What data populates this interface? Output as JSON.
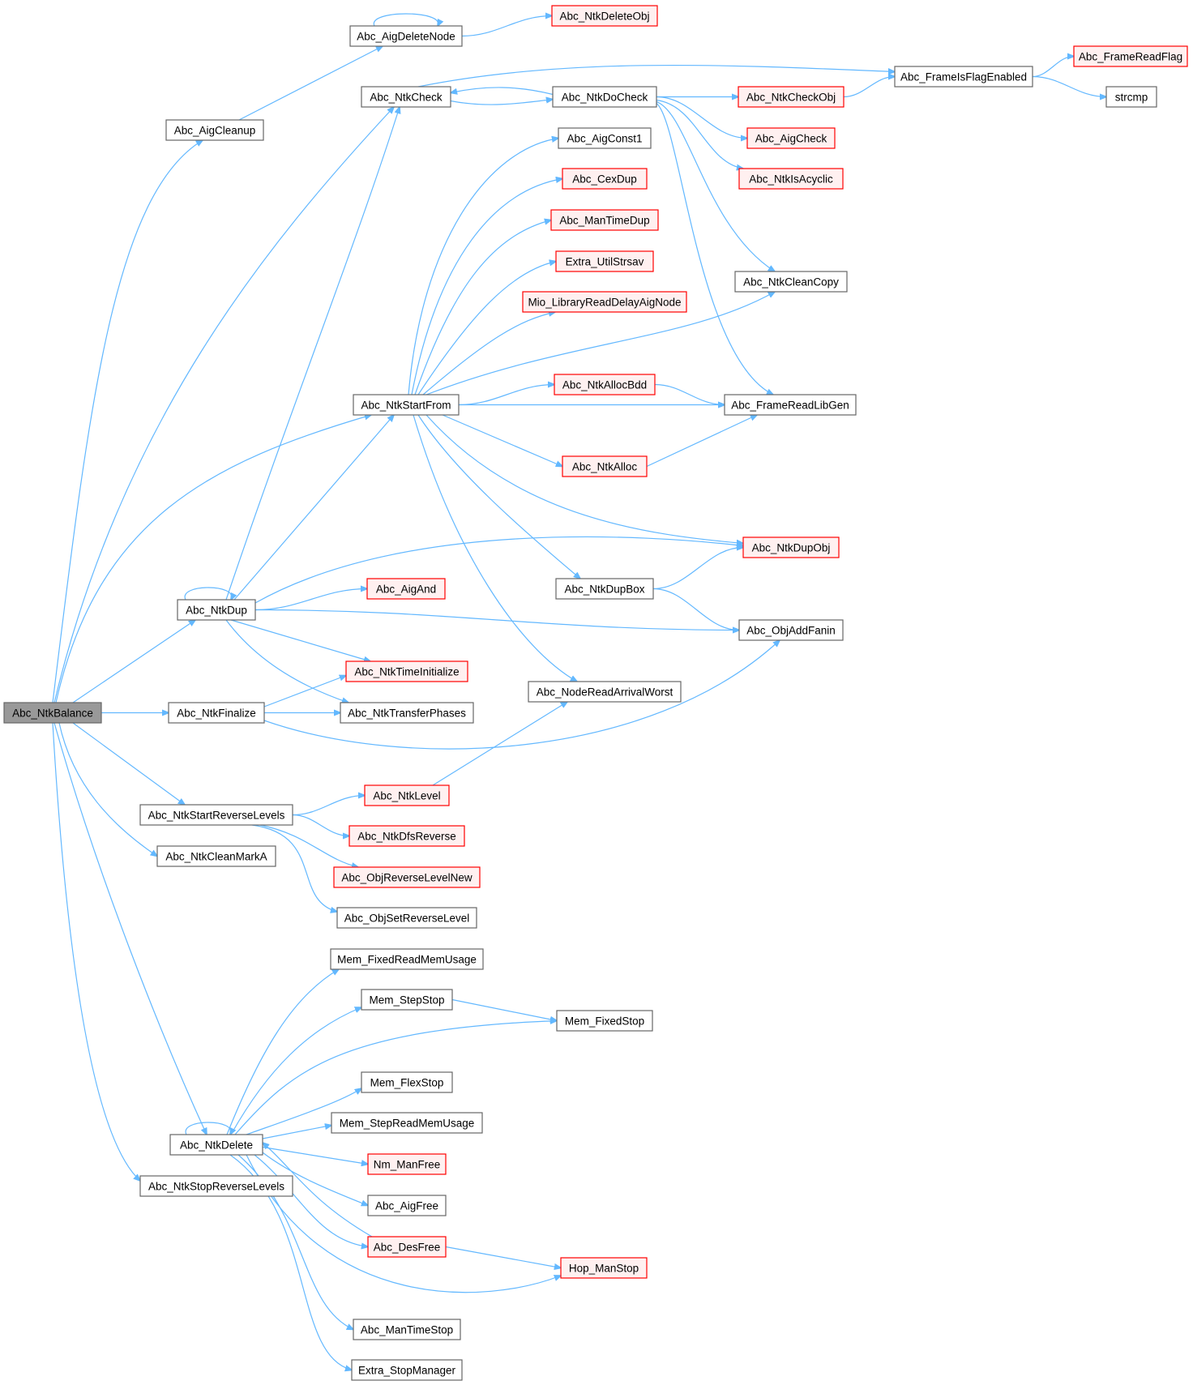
{
  "graph": {
    "title": "Call graph of Abc_NtkBalance",
    "edge_color": "#63b8ff",
    "root_fill": "#999999",
    "red_border": "#ff0000",
    "red_fill": "#fff0f0",
    "nodes": [
      {
        "id": "Abc_NtkBalance",
        "label": "Abc_NtkBalance",
        "style": "root"
      },
      {
        "id": "Abc_AigCleanup",
        "label": "Abc_AigCleanup",
        "style": "plain"
      },
      {
        "id": "Abc_AigDeleteNode",
        "label": "Abc_AigDeleteNode",
        "style": "plain"
      },
      {
        "id": "Abc_NtkDeleteObj",
        "label": "Abc_NtkDeleteObj",
        "style": "red"
      },
      {
        "id": "Abc_NtkCheck",
        "label": "Abc_NtkCheck",
        "style": "plain"
      },
      {
        "id": "Abc_NtkDoCheck",
        "label": "Abc_NtkDoCheck",
        "style": "plain"
      },
      {
        "id": "Abc_FrameIsFlagEnabled",
        "label": "Abc_FrameIsFlagEnabled",
        "style": "plain"
      },
      {
        "id": "Abc_FrameReadFlag",
        "label": "Abc_FrameReadFlag",
        "style": "red"
      },
      {
        "id": "strcmp",
        "label": "strcmp",
        "style": "plain"
      },
      {
        "id": "Abc_NtkCheckObj",
        "label": "Abc_NtkCheckObj",
        "style": "red"
      },
      {
        "id": "Abc_AigCheck",
        "label": "Abc_AigCheck",
        "style": "red"
      },
      {
        "id": "Abc_NtkIsAcyclic",
        "label": "Abc_NtkIsAcyclic",
        "style": "red"
      },
      {
        "id": "Abc_NtkCleanCopy",
        "label": "Abc_NtkCleanCopy",
        "style": "plain"
      },
      {
        "id": "Abc_FrameReadLibGen",
        "label": "Abc_FrameReadLibGen",
        "style": "plain"
      },
      {
        "id": "Abc_AigConst1",
        "label": "Abc_AigConst1",
        "style": "plain"
      },
      {
        "id": "Abc_CexDup",
        "label": "Abc_CexDup",
        "style": "red"
      },
      {
        "id": "Abc_ManTimeDup",
        "label": "Abc_ManTimeDup",
        "style": "red"
      },
      {
        "id": "Extra_UtilStrsav",
        "label": "Extra_UtilStrsav",
        "style": "red"
      },
      {
        "id": "Mio_LibraryReadDelayAigNode",
        "label": "Mio_LibraryReadDelayAigNode",
        "style": "red"
      },
      {
        "id": "Abc_NtkStartFrom",
        "label": "Abc_NtkStartFrom",
        "style": "plain"
      },
      {
        "id": "Abc_NtkAllocBdd",
        "label": "Abc_NtkAllocBdd",
        "style": "red"
      },
      {
        "id": "Abc_NtkAlloc",
        "label": "Abc_NtkAlloc",
        "style": "red"
      },
      {
        "id": "Abc_NtkDupObj",
        "label": "Abc_NtkDupObj",
        "style": "red"
      },
      {
        "id": "Abc_AigAnd",
        "label": "Abc_AigAnd",
        "style": "red"
      },
      {
        "id": "Abc_NtkDupBox",
        "label": "Abc_NtkDupBox",
        "style": "plain"
      },
      {
        "id": "Abc_NtkDup",
        "label": "Abc_NtkDup",
        "style": "plain"
      },
      {
        "id": "Abc_ObjAddFanin",
        "label": "Abc_ObjAddFanin",
        "style": "plain"
      },
      {
        "id": "Abc_NtkTimeInitialize",
        "label": "Abc_NtkTimeInitialize",
        "style": "red"
      },
      {
        "id": "Abc_NodeReadArrivalWorst",
        "label": "Abc_NodeReadArrivalWorst",
        "style": "plain"
      },
      {
        "id": "Abc_NtkFinalize",
        "label": "Abc_NtkFinalize",
        "style": "plain"
      },
      {
        "id": "Abc_NtkTransferPhases",
        "label": "Abc_NtkTransferPhases",
        "style": "plain"
      },
      {
        "id": "Abc_NtkLevel",
        "label": "Abc_NtkLevel",
        "style": "red"
      },
      {
        "id": "Abc_NtkStartReverseLevels",
        "label": "Abc_NtkStartReverseLevels",
        "style": "plain"
      },
      {
        "id": "Abc_NtkDfsReverse",
        "label": "Abc_NtkDfsReverse",
        "style": "red"
      },
      {
        "id": "Abc_NtkCleanMarkA",
        "label": "Abc_NtkCleanMarkA",
        "style": "plain"
      },
      {
        "id": "Abc_ObjReverseLevelNew",
        "label": "Abc_ObjReverseLevelNew",
        "style": "red"
      },
      {
        "id": "Abc_ObjSetReverseLevel",
        "label": "Abc_ObjSetReverseLevel",
        "style": "plain"
      },
      {
        "id": "Mem_FixedReadMemUsage",
        "label": "Mem_FixedReadMemUsage",
        "style": "plain"
      },
      {
        "id": "Mem_StepStop",
        "label": "Mem_StepStop",
        "style": "plain"
      },
      {
        "id": "Mem_FixedStop",
        "label": "Mem_FixedStop",
        "style": "plain"
      },
      {
        "id": "Mem_FlexStop",
        "label": "Mem_FlexStop",
        "style": "plain"
      },
      {
        "id": "Mem_StepReadMemUsage",
        "label": "Mem_StepReadMemUsage",
        "style": "plain"
      },
      {
        "id": "Abc_NtkDelete",
        "label": "Abc_NtkDelete",
        "style": "plain"
      },
      {
        "id": "Nm_ManFree",
        "label": "Nm_ManFree",
        "style": "red"
      },
      {
        "id": "Abc_NtkStopReverseLevels",
        "label": "Abc_NtkStopReverseLevels",
        "style": "plain"
      },
      {
        "id": "Abc_AigFree",
        "label": "Abc_AigFree",
        "style": "plain"
      },
      {
        "id": "Abc_DesFree",
        "label": "Abc_DesFree",
        "style": "red"
      },
      {
        "id": "Hop_ManStop",
        "label": "Hop_ManStop",
        "style": "red"
      },
      {
        "id": "Abc_ManTimeStop",
        "label": "Abc_ManTimeStop",
        "style": "plain"
      },
      {
        "id": "Extra_StopManager",
        "label": "Extra_StopManager",
        "style": "plain"
      }
    ],
    "edges": [
      [
        "Abc_NtkBalance",
        "Abc_AigCleanup"
      ],
      [
        "Abc_NtkBalance",
        "Abc_NtkCheck"
      ],
      [
        "Abc_NtkBalance",
        "Abc_NtkStartFrom"
      ],
      [
        "Abc_NtkBalance",
        "Abc_NtkDup"
      ],
      [
        "Abc_NtkBalance",
        "Abc_NtkFinalize"
      ],
      [
        "Abc_NtkBalance",
        "Abc_NtkStartReverseLevels"
      ],
      [
        "Abc_NtkBalance",
        "Abc_NtkCleanMarkA"
      ],
      [
        "Abc_NtkBalance",
        "Abc_NtkDelete"
      ],
      [
        "Abc_NtkBalance",
        "Abc_NtkStopReverseLevels"
      ],
      [
        "Abc_AigCleanup",
        "Abc_AigDeleteNode"
      ],
      [
        "Abc_AigDeleteNode",
        "Abc_AigDeleteNode"
      ],
      [
        "Abc_AigDeleteNode",
        "Abc_NtkDeleteObj"
      ],
      [
        "Abc_NtkCheck",
        "Abc_NtkDoCheck"
      ],
      [
        "Abc_NtkCheck",
        "Abc_FrameIsFlagEnabled"
      ],
      [
        "Abc_NtkDoCheck",
        "Abc_NtkCheck"
      ],
      [
        "Abc_NtkDoCheck",
        "Abc_NtkCheckObj"
      ],
      [
        "Abc_NtkDoCheck",
        "Abc_AigCheck"
      ],
      [
        "Abc_NtkDoCheck",
        "Abc_NtkIsAcyclic"
      ],
      [
        "Abc_NtkDoCheck",
        "Abc_NtkCleanCopy"
      ],
      [
        "Abc_NtkDoCheck",
        "Abc_FrameReadLibGen"
      ],
      [
        "Abc_NtkCheckObj",
        "Abc_FrameIsFlagEnabled"
      ],
      [
        "Abc_FrameIsFlagEnabled",
        "Abc_FrameReadFlag"
      ],
      [
        "Abc_FrameIsFlagEnabled",
        "strcmp"
      ],
      [
        "Abc_NtkStartFrom",
        "Abc_AigConst1"
      ],
      [
        "Abc_NtkStartFrom",
        "Abc_CexDup"
      ],
      [
        "Abc_NtkStartFrom",
        "Abc_ManTimeDup"
      ],
      [
        "Abc_NtkStartFrom",
        "Extra_UtilStrsav"
      ],
      [
        "Abc_NtkStartFrom",
        "Mio_LibraryReadDelayAigNode"
      ],
      [
        "Abc_NtkStartFrom",
        "Abc_NtkCleanCopy"
      ],
      [
        "Abc_NtkStartFrom",
        "Abc_NtkAllocBdd"
      ],
      [
        "Abc_NtkStartFrom",
        "Abc_FrameReadLibGen"
      ],
      [
        "Abc_NtkStartFrom",
        "Abc_NtkAlloc"
      ],
      [
        "Abc_NtkStartFrom",
        "Abc_NtkDupObj"
      ],
      [
        "Abc_NtkStartFrom",
        "Abc_NtkDupBox"
      ],
      [
        "Abc_NtkStartFrom",
        "Abc_NodeReadArrivalWorst"
      ],
      [
        "Abc_NtkAllocBdd",
        "Abc_FrameReadLibGen"
      ],
      [
        "Abc_NtkAlloc",
        "Abc_FrameReadLibGen"
      ],
      [
        "Abc_NtkDupBox",
        "Abc_NtkDupObj"
      ],
      [
        "Abc_NtkDupBox",
        "Abc_ObjAddFanin"
      ],
      [
        "Abc_NtkDup",
        "Abc_NtkDup"
      ],
      [
        "Abc_NtkDup",
        "Abc_NtkCheck"
      ],
      [
        "Abc_NtkDup",
        "Abc_NtkStartFrom"
      ],
      [
        "Abc_NtkDup",
        "Abc_NtkDupObj"
      ],
      [
        "Abc_NtkDup",
        "Abc_AigAnd"
      ],
      [
        "Abc_NtkDup",
        "Abc_ObjAddFanin"
      ],
      [
        "Abc_NtkDup",
        "Abc_NtkTimeInitialize"
      ],
      [
        "Abc_NtkDup",
        "Abc_NtkTransferPhases"
      ],
      [
        "Abc_NtkFinalize",
        "Abc_NtkTimeInitialize"
      ],
      [
        "Abc_NtkFinalize",
        "Abc_NtkTransferPhases"
      ],
      [
        "Abc_NtkFinalize",
        "Abc_ObjAddFanin"
      ],
      [
        "Abc_NtkStartReverseLevels",
        "Abc_NtkLevel"
      ],
      [
        "Abc_NtkStartReverseLevels",
        "Abc_NtkDfsReverse"
      ],
      [
        "Abc_NtkStartReverseLevels",
        "Abc_ObjReverseLevelNew"
      ],
      [
        "Abc_NtkStartReverseLevels",
        "Abc_ObjSetReverseLevel"
      ],
      [
        "Abc_NtkLevel",
        "Abc_NodeReadArrivalWorst"
      ],
      [
        "Abc_NtkDelete",
        "Abc_NtkDelete"
      ],
      [
        "Abc_NtkDelete",
        "Mem_FixedReadMemUsage"
      ],
      [
        "Abc_NtkDelete",
        "Mem_StepStop"
      ],
      [
        "Abc_NtkDelete",
        "Mem_FixedStop"
      ],
      [
        "Abc_NtkDelete",
        "Mem_FlexStop"
      ],
      [
        "Abc_NtkDelete",
        "Mem_StepReadMemUsage"
      ],
      [
        "Abc_NtkDelete",
        "Nm_ManFree"
      ],
      [
        "Abc_NtkDelete",
        "Abc_AigFree"
      ],
      [
        "Abc_NtkDelete",
        "Abc_DesFree"
      ],
      [
        "Abc_NtkDelete",
        "Hop_ManStop"
      ],
      [
        "Abc_NtkDelete",
        "Abc_ManTimeStop"
      ],
      [
        "Abc_NtkDelete",
        "Extra_StopManager"
      ],
      [
        "Mem_StepStop",
        "Mem_FixedStop"
      ],
      [
        "Abc_DesFree",
        "Abc_NtkDelete"
      ],
      [
        "Abc_DesFree",
        "Hop_ManStop"
      ]
    ]
  }
}
